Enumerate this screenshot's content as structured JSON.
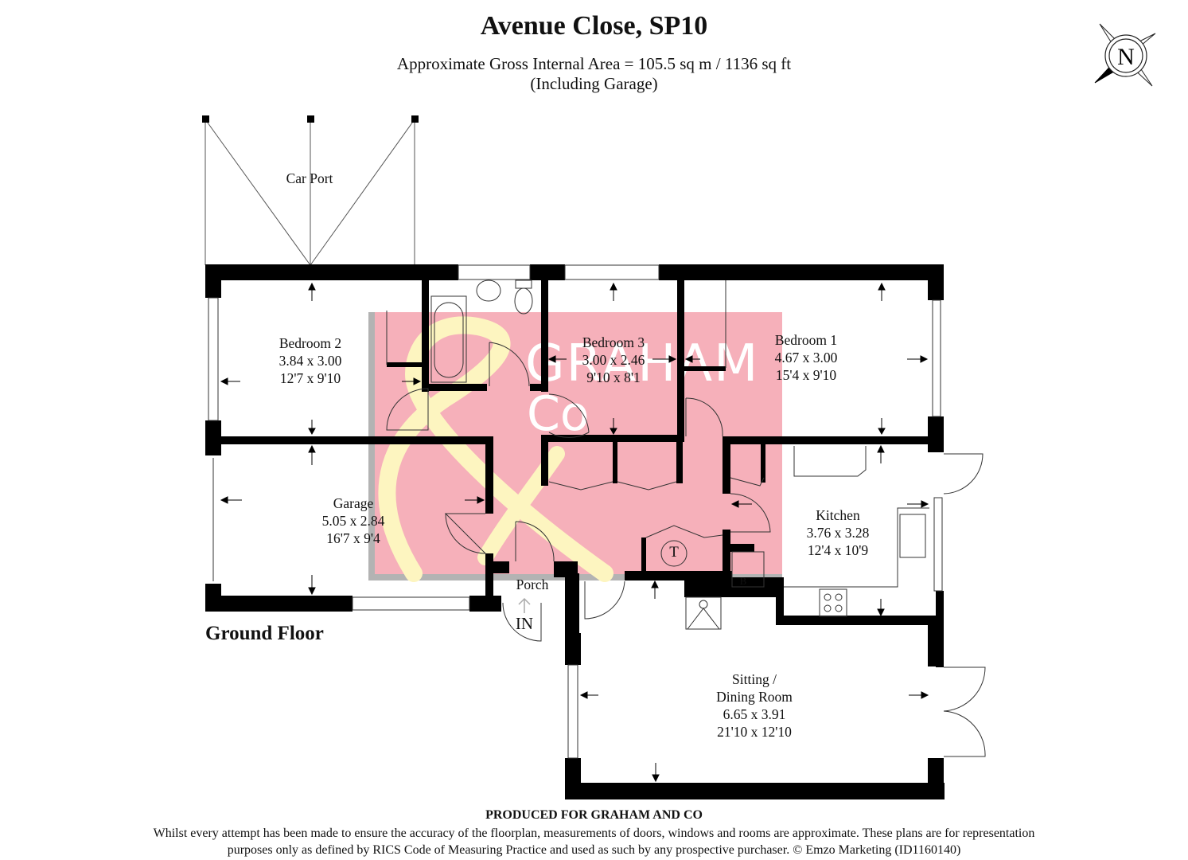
{
  "header": {
    "title": "Avenue Close, SP10",
    "area_line": "Approximate Gross Internal Area = 105.5 sq m / 1136 sq ft",
    "area_note": "(Including Garage)"
  },
  "compass": {
    "label": "N",
    "icon": "north-compass-icon"
  },
  "floor": {
    "label": "Ground Floor"
  },
  "rooms": [
    {
      "id": "car-port",
      "name": "Car Port",
      "metric": "",
      "imperial": ""
    },
    {
      "id": "bedroom-2",
      "name": "Bedroom 2",
      "metric": "3.84 x 3.00",
      "imperial": "12'7 x 9'10"
    },
    {
      "id": "bedroom-3",
      "name": "Bedroom 3",
      "metric": "3.00 x 2.46",
      "imperial": "9'10 x 8'1"
    },
    {
      "id": "bedroom-1",
      "name": "Bedroom 1",
      "metric": "4.67 x 3.00",
      "imperial": "15'4 x 9'10"
    },
    {
      "id": "garage",
      "name": "Garage",
      "metric": "5.05 x 2.84",
      "imperial": "16'7 x 9'4"
    },
    {
      "id": "kitchen",
      "name": "Kitchen",
      "metric": "3.76 x 3.28",
      "imperial": "12'4 x 10'9"
    },
    {
      "id": "porch",
      "name": "Porch",
      "metric": "",
      "imperial": ""
    },
    {
      "id": "sitting-dining",
      "name": "Sitting /",
      "name2": "Dining Room",
      "metric": "6.65 x 3.91",
      "imperial": "21'10 x 12'10"
    }
  ],
  "symbols": {
    "entrance": "IN",
    "tank": "T",
    "boiler": "B"
  },
  "watermark": {
    "text1": "GRAHAM",
    "text2": "Co",
    "ampersand": "&",
    "bg_color": "#f6b0ba",
    "amp_color": "#fdf5c0",
    "shadow_color": "#b3b3b3"
  },
  "colors": {
    "wall": "#000000",
    "background": "#ffffff",
    "line": "#333333"
  },
  "footer": {
    "produced_for": "PRODUCED FOR GRAHAM AND CO",
    "disclaimer_1": "Whilst every attempt has been made to ensure the accuracy of the floorplan, measurements of doors, windows and rooms are approximate. These plans are for representation",
    "disclaimer_2": "purposes only as defined by RICS Code of Measuring Practice and used as such by any prospective purchaser. © Emzo Marketing (ID1160140)"
  }
}
